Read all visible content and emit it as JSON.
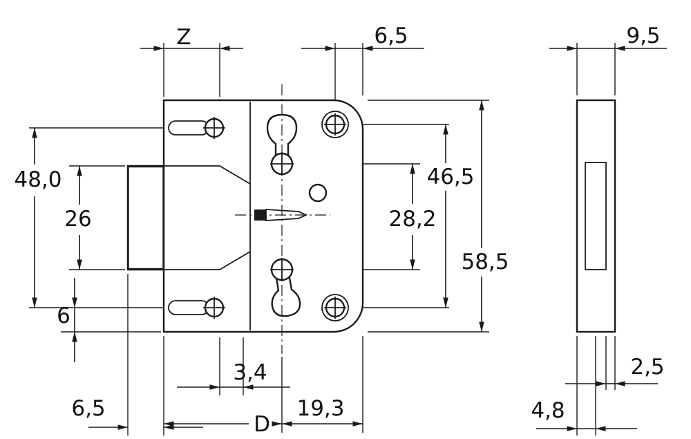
{
  "drawing": {
    "ink_color": "#1a1a1a",
    "background_color": "#ffffff",
    "labels": {
      "z": "Z",
      "gap_top": "6,5",
      "side_width": "9,5",
      "hole_spacing_left": "48,0",
      "bolt_height": "26",
      "bottom_offset": "6",
      "hole_spacing_right": "46,5",
      "lever_spacing": "28,2",
      "case_height": "58,5",
      "slot_width": "3,4",
      "bolt_throw": "6,5",
      "right_span": "19,3",
      "backset": "D",
      "plate_thickness": "2,5",
      "side_depth": "4,8"
    }
  }
}
